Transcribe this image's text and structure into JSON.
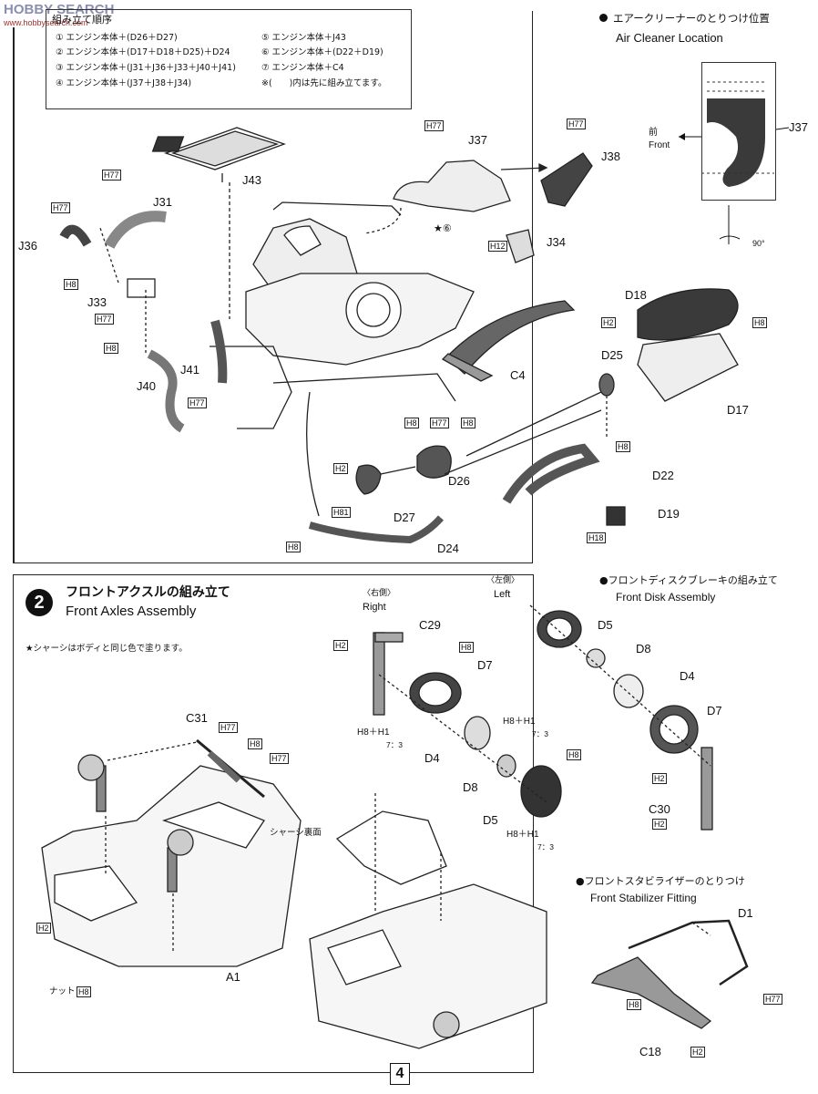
{
  "watermark": {
    "line1": "HOBBY SEARCH",
    "line2": "www.hobbysearch.com"
  },
  "section1": {
    "seq_title": "組み立て順序",
    "steps": [
      "① エンジン本体＋(D26＋D27)",
      "② エンジン本体＋(D17＋D18＋D25)＋D24",
      "③ エンジン本体＋(J31＋J36＋J33＋J40＋J41)",
      "④ エンジン本体＋(J37＋J38＋J34)",
      "⑤ エンジン本体＋J43",
      "⑥ エンジン本体＋(D22＋D19)",
      "⑦ エンジン本体＋C4",
      "※(　　)内は先に組み立てます。"
    ],
    "air_cleaner_jp": "エアークリーナーのとりつけ位置",
    "air_cleaner_en": "Air Cleaner Location",
    "inset_front_jp": "前",
    "inset_front_en": "Front",
    "inset_part": "J37",
    "inset_angle": "90°",
    "parts": {
      "j43": "J43",
      "j37": "J37",
      "j38": "J38",
      "j34": "J34",
      "j31": "J31",
      "j36": "J36",
      "j33": "J33",
      "j40": "J40",
      "j41": "J41",
      "c4": "C4",
      "d18": "D18",
      "d25": "D25",
      "d17": "D17",
      "d26": "D26",
      "d27": "D27",
      "d22": "D22",
      "d19": "D19",
      "d24": "D24"
    },
    "h_labels": {
      "h77": "H77",
      "h8": "H8",
      "h2": "H2",
      "h12": "H12",
      "h18": "H18",
      "h81": "H81"
    },
    "star_note": "★⑥"
  },
  "section2": {
    "number": "2",
    "title_jp": "フロントアクスルの組み立て",
    "title_en": "Front Axles Assembly",
    "note": "★シャーシはボディと同じ色で塗ります。",
    "right_jp": "〈右側〉",
    "right_en": "Right",
    "left_jp": "〈左側〉",
    "left_en": "Left",
    "chassis_under": "シャーシ裏面",
    "nut_label": "ナット",
    "disk_jp": "●フロントディスクブレーキの組み立て",
    "disk_en": "Front Disk Assembly",
    "stab_jp": "●フロントスタビライザーのとりつけ",
    "stab_en": "Front Stabilizer Fitting",
    "mix1": "H8＋H1",
    "ratio": "7：3",
    "parts": {
      "c29": "C29",
      "d7": "D7",
      "d4": "D4",
      "d8": "D8",
      "d5": "D5",
      "c31": "C31",
      "a1": "A1",
      "c30": "C30",
      "d1": "D1",
      "c18": "C18"
    }
  },
  "page_number": "4"
}
